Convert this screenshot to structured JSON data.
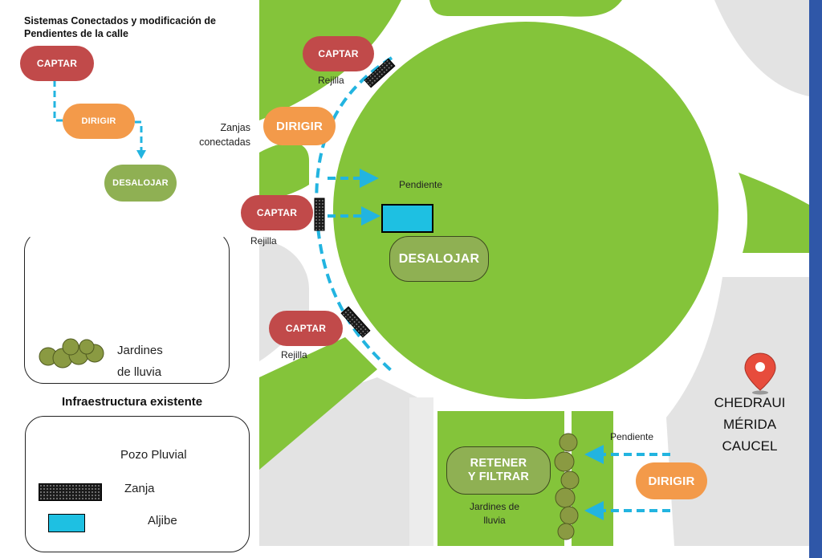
{
  "legend": {
    "title_line1": "Sistemas Conectados y modificación de",
    "title_line2": "Pendientes de la calle",
    "flow": {
      "captar": "CAPTAR",
      "dirigir": "DIRIGIR",
      "desalojar": "DESALOJAR"
    },
    "rain_garden_line1": "Jardines",
    "rain_garden_line2": "de lluvia",
    "infra_title": "Infraestructura existente",
    "pozo_pluvial": "Pozo Pluvial",
    "zanja": "Zanja",
    "aljibe": "Aljibe"
  },
  "map": {
    "captar_top": "CAPTAR",
    "captar_mid": "CAPTAR",
    "captar_low": "CAPTAR",
    "rejilla_top": "Rejilla",
    "rejilla_mid": "Rejilla",
    "rejilla_low": "Rejilla",
    "dirigir_left": "DIRIGIR",
    "zanjas_line1": "Zanjas",
    "zanjas_line2": "conectadas",
    "pendiente_center": "Pendiente",
    "desalojar_center": "DESALOJAR",
    "retener_line1": "RETENER",
    "retener_line2": "Y FILTRAR",
    "jardines_line1": "Jardines de",
    "jardines_line2": "lluvia",
    "pendiente_bottom": "Pendiente",
    "dirigir_bottom": "DIRIGIR",
    "store_line1": "CHEDRAUI",
    "store_line2": "MÉRIDA",
    "store_line3": "CAUCEL"
  },
  "colors": {
    "grass": "#84c43a",
    "road": "#ffffff",
    "gray": "#e3e3e3",
    "water_dash": "#22b4e0",
    "captar": "#c14a4a",
    "dirigir": "#f39a4a",
    "desalojar": "#8fb053",
    "aljibe": "#1ec0e2",
    "pin": "#e74c3c"
  },
  "icons": [
    "location-pin-icon",
    "arrow-right-icon",
    "arrow-left-icon",
    "arrow-down-icon",
    "tree-cluster-icon",
    "grate-icon"
  ]
}
